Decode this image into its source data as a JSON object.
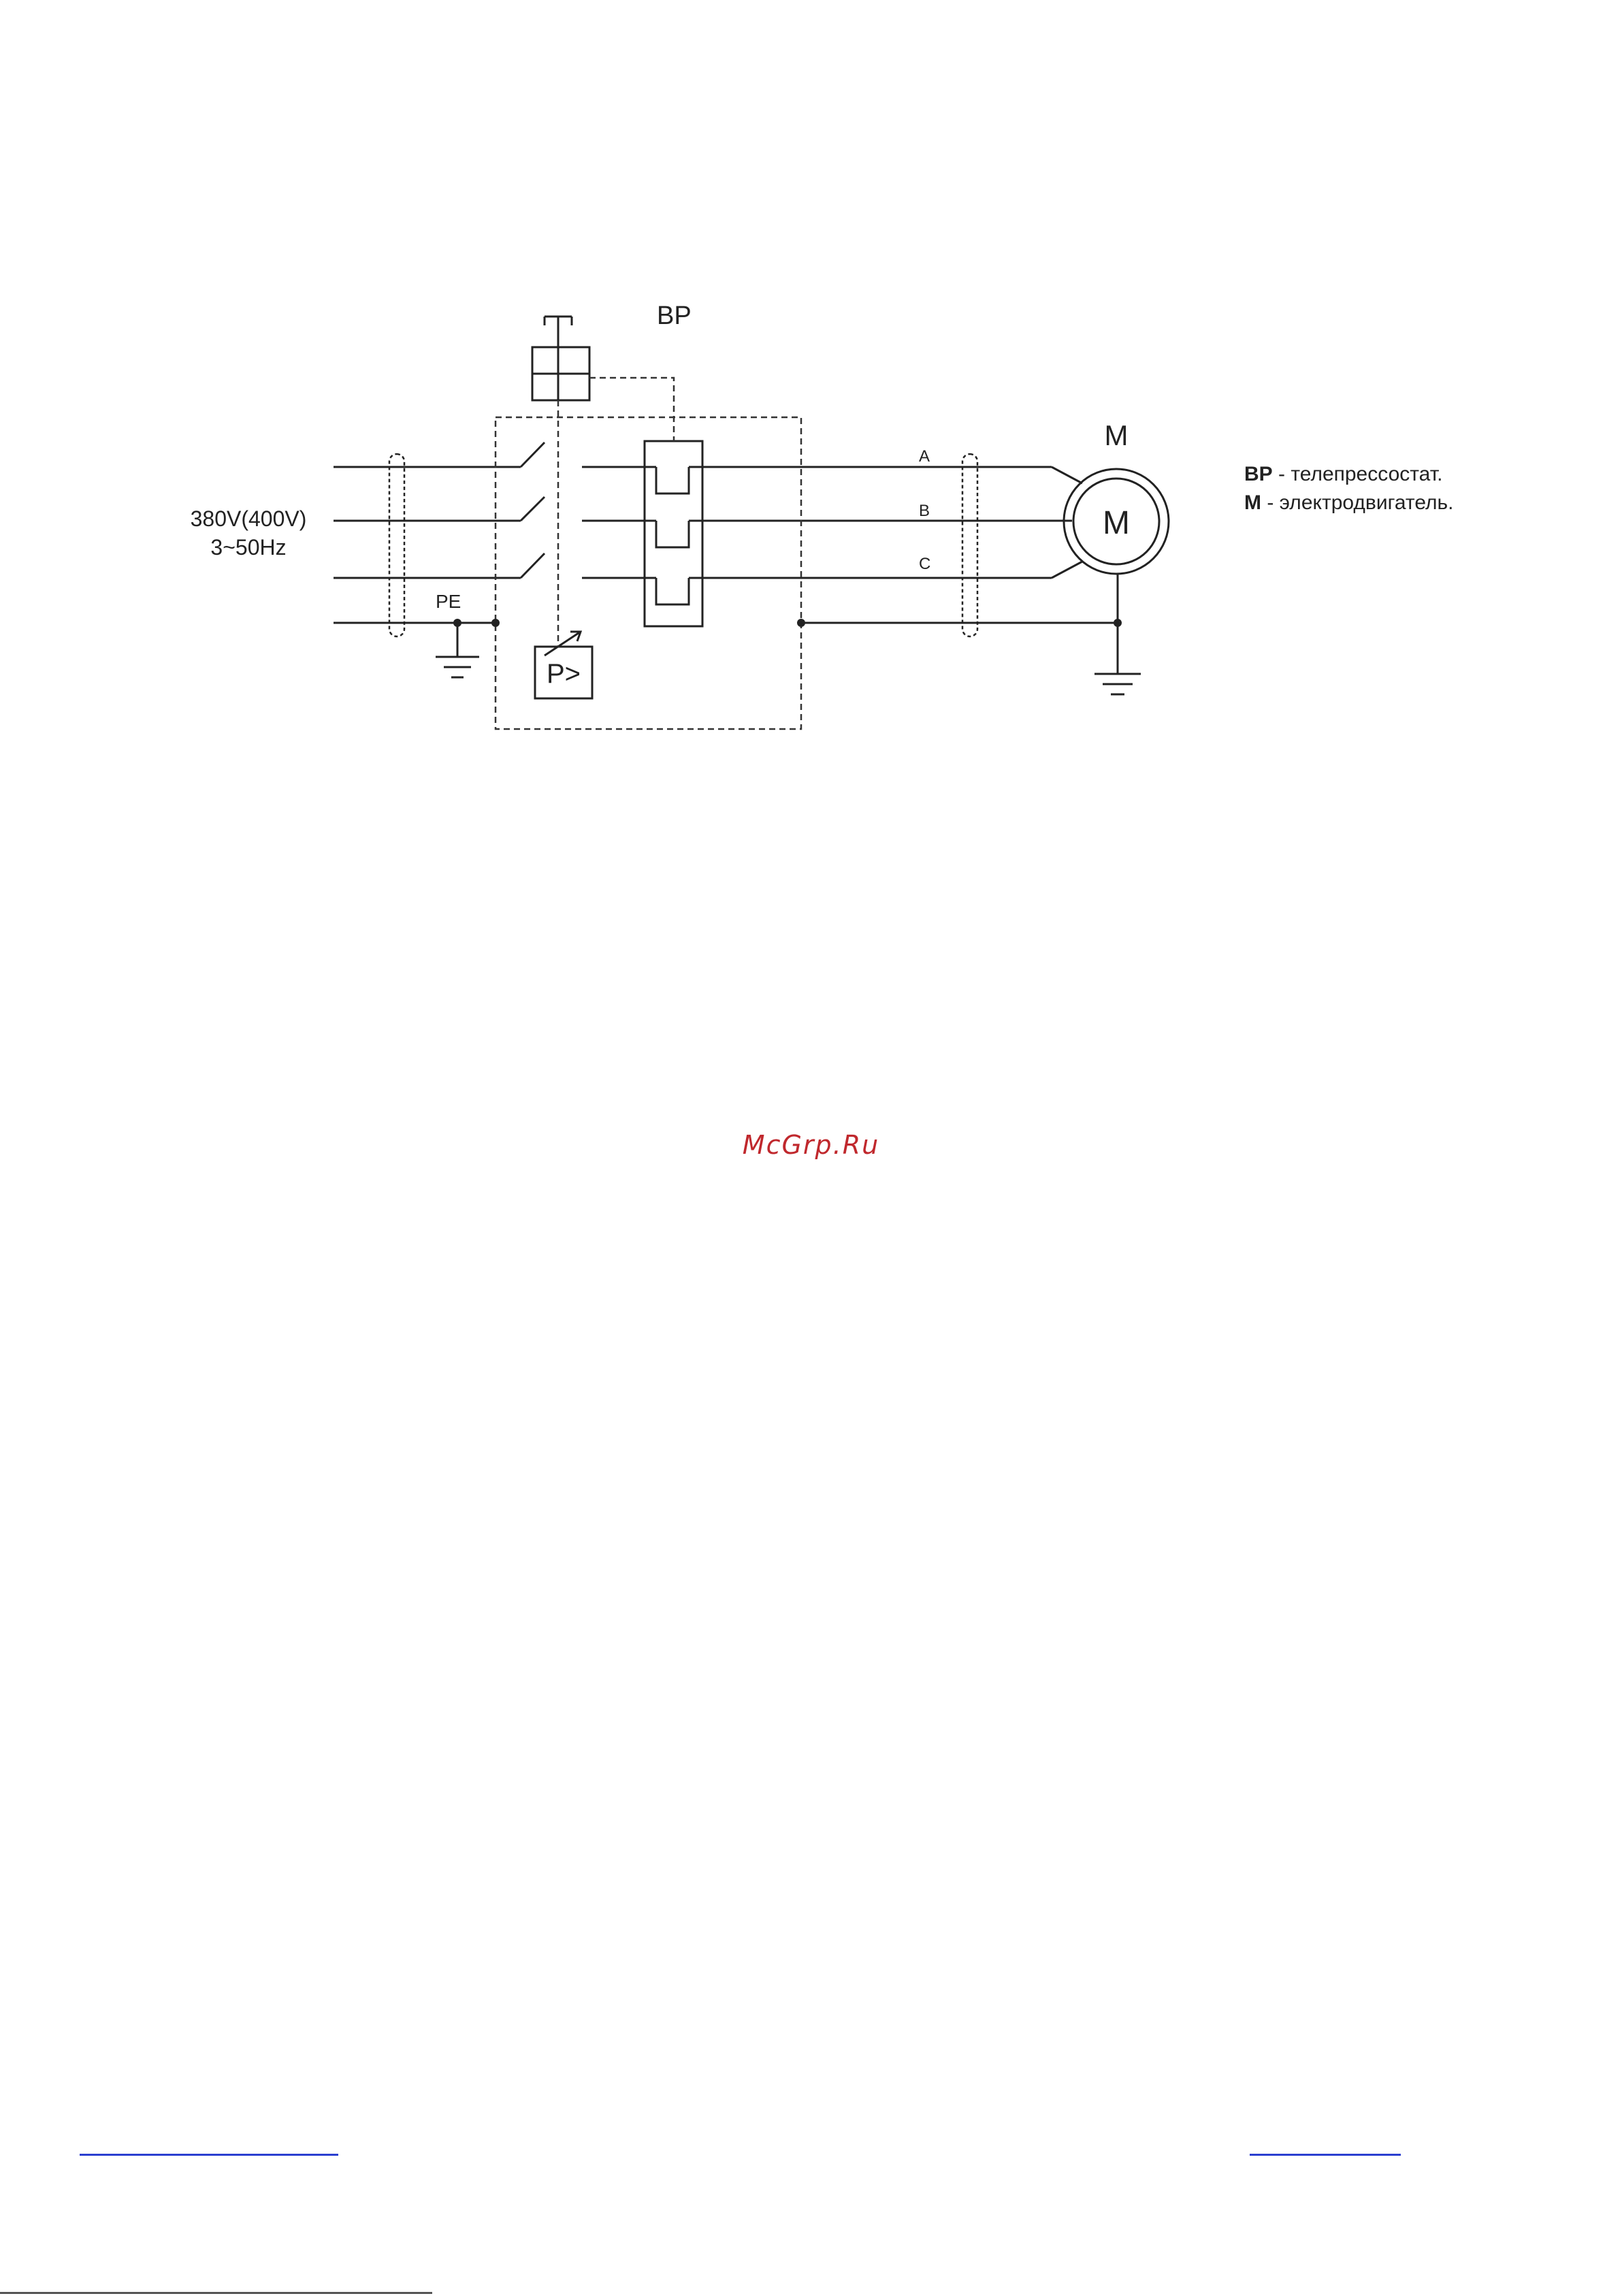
{
  "diagram": {
    "supply_label_line1": "380V(400V)",
    "supply_label_line2": "3~50Hz",
    "pe_label": "PE",
    "bp_label": "BP",
    "phase_a": "A",
    "phase_b": "B",
    "phase_c": "C",
    "motor_label": "M",
    "motor_inner_label": "M",
    "pressure_relay_label": "P>"
  },
  "legend": {
    "items": [
      {
        "key": "BP",
        "text": " - телепрессостат."
      },
      {
        "key": "M",
        "text": " - электродвигатель."
      }
    ]
  },
  "watermark": {
    "text": "McGrp.Ru",
    "color": "#c0282d"
  },
  "colors": {
    "line": "#222222",
    "link": "#2b3fd0"
  }
}
